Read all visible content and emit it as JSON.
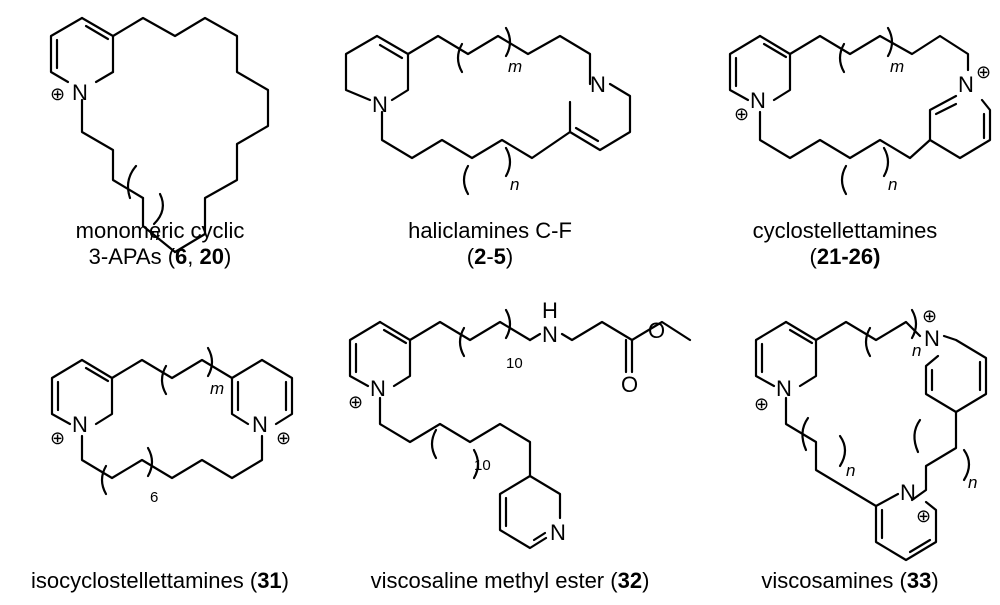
{
  "compounds": [
    {
      "caption_line1": "monomeric cyclic",
      "caption_line2_prefix": "3-APAs (",
      "ref_a": "6",
      "sep": ", ",
      "ref_b": "20",
      "caption_line2_suffix": ")",
      "index_label": "n"
    },
    {
      "caption_line1": "haliclamines C-F",
      "caption_line2_prefix": "(",
      "ref_a": "2",
      "sep": "-",
      "ref_b": "5",
      "caption_line2_suffix": ")",
      "index_m": "m",
      "index_n": "n"
    },
    {
      "caption_line1": "cyclostellettamines",
      "caption_line2_prefix": "(",
      "ref": "21-26)",
      "index_m": "m",
      "index_n": "n"
    },
    {
      "caption_prefix": "isocyclostellettamines (",
      "ref": "31",
      "caption_suffix": ")",
      "index_m": "m",
      "index_6": "6"
    },
    {
      "caption_prefix": "viscosaline methyl ester (",
      "ref": "32",
      "caption_suffix": ")",
      "index_10a": "10",
      "index_10b": "10"
    },
    {
      "caption_prefix": "viscosamines (",
      "ref": "33",
      "caption_suffix": ")",
      "index_n1": "n",
      "index_n2": "n",
      "index_n3": "n"
    }
  ],
  "atoms": {
    "N": "N",
    "H": "H",
    "O": "O",
    "plus": "⊕"
  }
}
